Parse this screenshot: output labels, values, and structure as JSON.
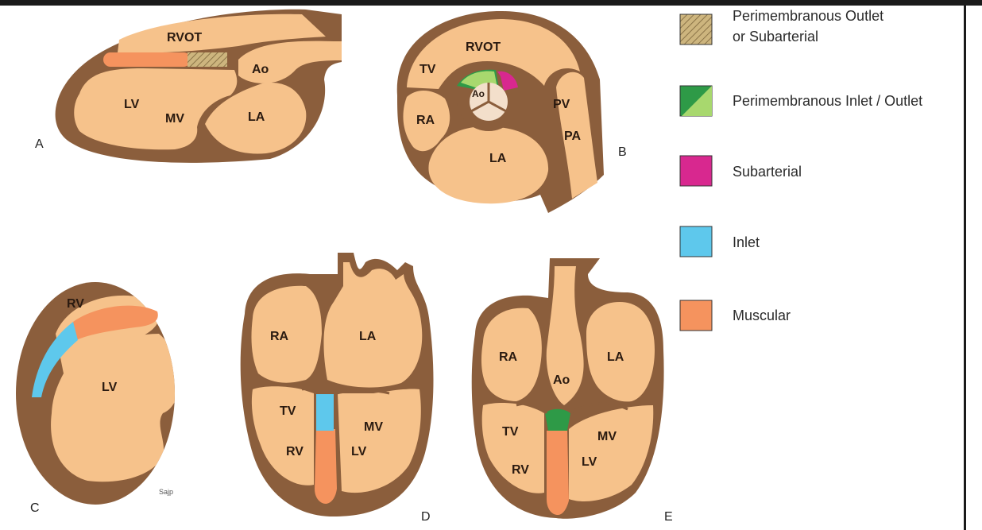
{
  "colors": {
    "wall": "#8b5e3c",
    "chamber": "#f6c28b",
    "hatch_bg": "#cdb57e",
    "hatch_line": "#8b7448",
    "green_dark": "#2e9a47",
    "green_light": "#a8d86e",
    "magenta": "#d8288f",
    "cyan": "#5ec8ec",
    "muscular": "#f5935e",
    "valve": "#f3dfcb"
  },
  "legend": [
    {
      "text": "Perimembranous Outlet",
      "text2": "or Subarterial",
      "swatch": "hatch"
    },
    {
      "text": "Perimembranous Inlet / Outlet",
      "swatch": "green-split"
    },
    {
      "text": "Subarterial",
      "swatch": "magenta"
    },
    {
      "text": "Inlet",
      "swatch": "cyan"
    },
    {
      "text": "Muscular",
      "swatch": "muscular"
    }
  ],
  "panels": {
    "A": {
      "letter": "A",
      "rvot": "RVOT",
      "ao": "Ao",
      "lv": "LV",
      "mv": "MV",
      "la": "LA"
    },
    "B": {
      "letter": "B",
      "rvot": "RVOT",
      "tv": "TV",
      "ao": "Ao",
      "ra": "RA",
      "pv": "PV",
      "pa": "PA",
      "la": "LA"
    },
    "C": {
      "letter": "C",
      "rv": "RV",
      "lv": "LV",
      "signature": "Sajp"
    },
    "D": {
      "letter": "D",
      "ra": "RA",
      "la": "LA",
      "tv": "TV",
      "mv": "MV",
      "rv": "RV",
      "lv": "LV"
    },
    "E": {
      "letter": "E",
      "ra": "RA",
      "ao": "Ao",
      "la": "LA",
      "tv": "TV",
      "mv": "MV",
      "rv": "RV",
      "lv": "LV"
    }
  }
}
